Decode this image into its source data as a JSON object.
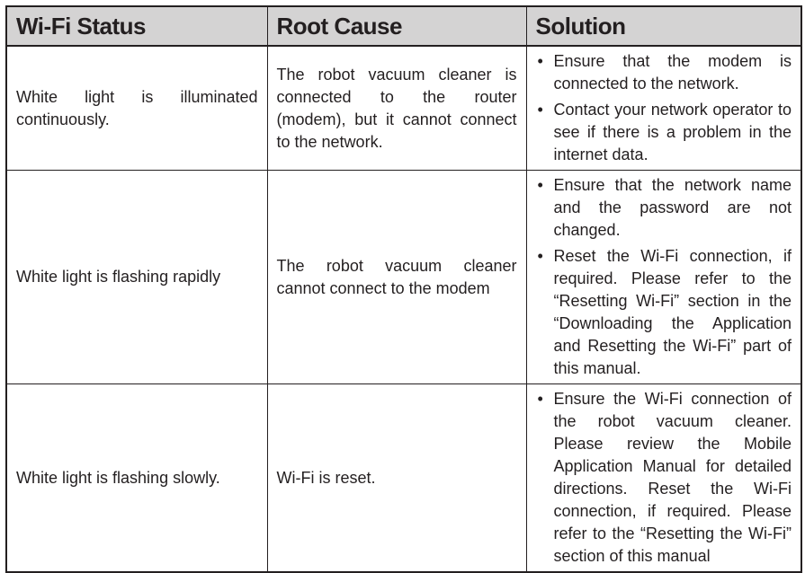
{
  "headers": {
    "status": "Wi-Fi Status",
    "cause": "Root Cause",
    "solution": "Solution"
  },
  "rows": [
    {
      "status": "White light is illuminated continuously.",
      "cause": "The robot vacuum cleaner is connected to the router (modem), but it cannot connect to the network.",
      "solutions": [
        "Ensure that the modem is connected to the network.",
        "Contact your network operator to see if there is a problem in the internet data."
      ]
    },
    {
      "status": "White light is flashing rapidly",
      "cause": "The robot vacuum cleaner cannot connect to the modem",
      "solutions": [
        "Ensure that the network name and the password are not changed.",
        "Reset the Wi-Fi connection, if required. Please refer to the “Resetting Wi-Fi” section in the “Downloading the Application and Resetting the Wi-Fi” part of this manual."
      ]
    },
    {
      "status": "White light is flashing slowly.",
      "cause": "Wi-Fi is reset.",
      "solutions": [
        "Ensure the Wi-Fi connection of the robot vacuum cleaner. Please review the Mobile Application Manual for detailed directions. Reset the Wi-Fi connection, if required. Please refer to the “Resetting the Wi-Fi” section of this manual"
      ]
    }
  ],
  "bullet_symbol": "•"
}
